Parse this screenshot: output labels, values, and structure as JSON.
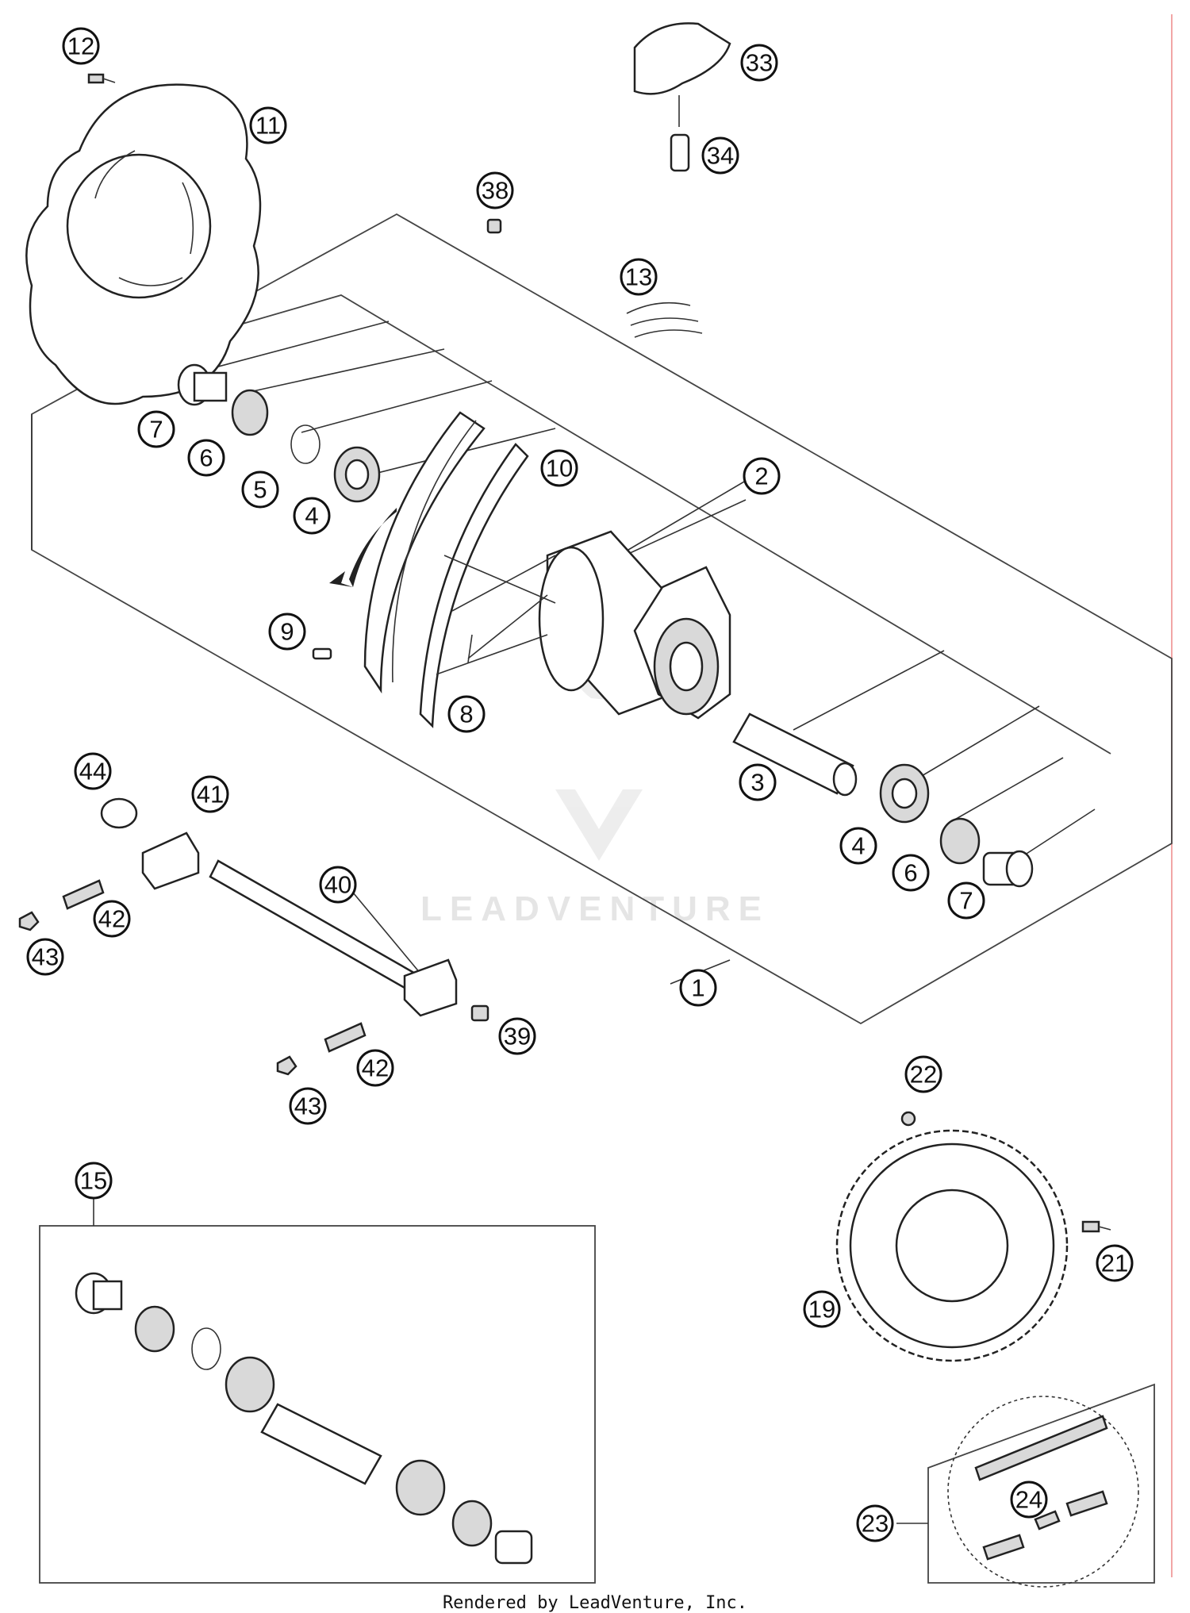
{
  "diagram": {
    "callouts": [
      "1",
      "2",
      "3",
      "4",
      "5",
      "6",
      "7",
      "8",
      "9",
      "10",
      "11",
      "12",
      "13",
      "15",
      "19",
      "21",
      "22",
      "23",
      "24",
      "33",
      "34",
      "38",
      "39",
      "40",
      "41",
      "42",
      "43",
      "44"
    ],
    "watermark": "LEADVENTURE"
  },
  "footer": {
    "text": "Rendered by LeadVenture, Inc."
  },
  "colors": {
    "line": "#222222",
    "callout_border": "#111111",
    "watermark": "#e3e3e3",
    "margin_line": "#f2a6a6"
  }
}
